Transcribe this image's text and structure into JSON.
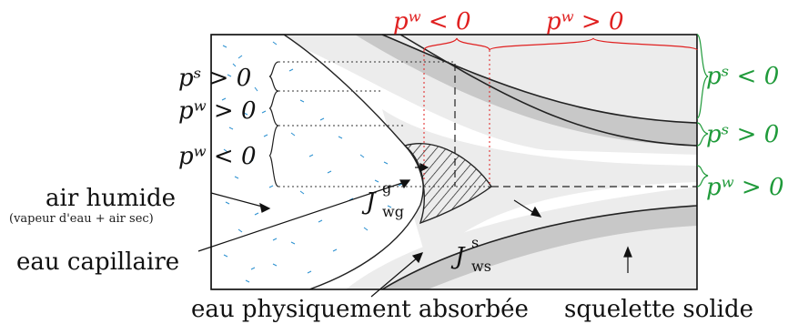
{
  "colors": {
    "red": "#e02020",
    "green": "#1f9a3a",
    "solid": "#c8c8c8",
    "film": "#ececec",
    "vapor": "#2a8fd0"
  },
  "top_labels": {
    "left": "pʷ < 0",
    "right": "pʷ > 0"
  },
  "right_labels": {
    "top": "pˢ < 0",
    "middle": "pˢ > 0",
    "bottom": "pʷ > 0"
  },
  "left_labels": {
    "row1": "pˢ > 0",
    "row2": "pʷ > 0",
    "row3": "pʷ < 0"
  },
  "fluxes": {
    "wg": {
      "main": "J",
      "sup": "g",
      "sub": "wg"
    },
    "ws": {
      "main": "J",
      "sup": "s",
      "sub": "ws"
    }
  },
  "phases": {
    "air": "air humide",
    "air_detail": "(vapeur d'eau + air sec)",
    "capillary": "eau capillaire",
    "adsorbed": "eau physiquement absorbée",
    "solid": "squelette solide"
  }
}
